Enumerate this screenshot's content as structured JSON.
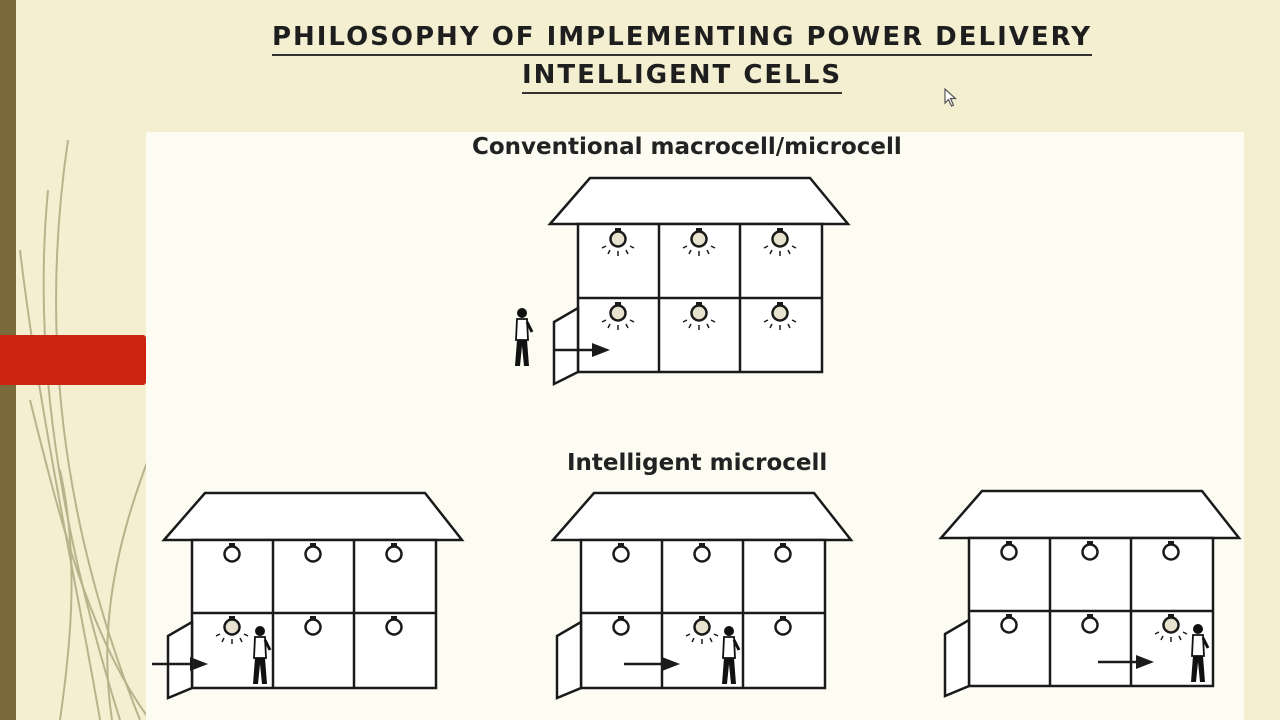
{
  "slide": {
    "title_line_1": "PHILOSOPHY OF IMPLEMENTING  POWER DELIVERY",
    "title_line_2": "INTELLIGENT CELLS"
  },
  "diagram": {
    "conventional_label": "Conventional macrocell/microcell",
    "intelligent_label": "Intelligent microcell",
    "buildings": [
      {
        "name": "conventional",
        "lit_rooms": [
          "top-1",
          "top-2",
          "top-3",
          "bottom-1",
          "bottom-2",
          "bottom-3"
        ],
        "person_room": "outside"
      },
      {
        "name": "intelligent-1",
        "lit_rooms": [
          "bottom-1"
        ],
        "person_room": "bottom-1"
      },
      {
        "name": "intelligent-2",
        "lit_rooms": [
          "bottom-2"
        ],
        "person_room": "bottom-2"
      },
      {
        "name": "intelligent-3",
        "lit_rooms": [
          "bottom-3"
        ],
        "person_room": "bottom-3"
      }
    ]
  },
  "colors": {
    "background": "#f3efd0",
    "panel": "#fdfcf3",
    "accent_red": "#cc2410",
    "left_bar": "#7a6a3c",
    "ink": "#1a1a1a"
  }
}
